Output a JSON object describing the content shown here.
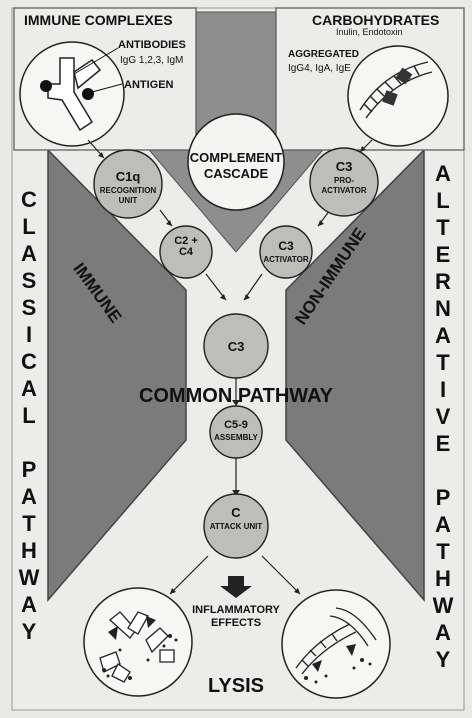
{
  "labels": {
    "immune_complexes": "IMMUNE COMPLEXES",
    "antibodies": "ANTIBODIES",
    "antibody_classes": "IgG 1,2,3, IgM",
    "antigen": "ANTIGEN",
    "carbohydrates": "CARBOHYDRATES",
    "inulin_endotoxin": "Inulin, Endotoxin",
    "aggregated": "AGGREGATED",
    "aggregated_classes": "IgG4, IgA, IgE",
    "complement_cascade": "COMPLEMENT CASCADE",
    "c1q": "C1q",
    "recognition_unit": "RECOGNITION UNIT",
    "c3_pro": "C3",
    "pro_activator": "PRO- ACTIVATOR",
    "c2_c4": "C2 + C4",
    "c3_act": "C3",
    "activator": "ACTIVATOR",
    "immune": "IMMUNE",
    "non_immune": "NON-IMMUNE",
    "c3_common": "C3",
    "common_pathway": "COMMON PATHWAY",
    "c5_9": "C5-9",
    "assembly": "ASSEMBLY",
    "c_attack": "C",
    "attack_unit": "ATTACK UNIT",
    "inflammatory_effects": "INFLAMMATORY EFFECTS",
    "lysis": "LYSIS",
    "classical_pathway": "C\nL\nA\nS\nS\nI\nC\nA\nL\n\nP\nA\nT\nH\nW\nA\nY",
    "alternative_pathway": "A\nL\nT\nE\nR\nN\nA\nT\nI\nV\nE\n\nP\nA\nT\nH\nW\nA\nY"
  }
}
